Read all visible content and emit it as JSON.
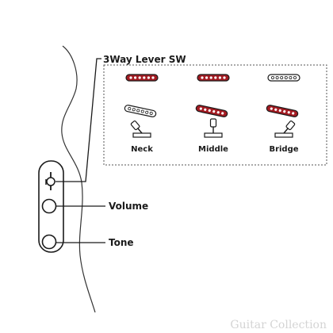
{
  "switch_title": "3Way Lever SW",
  "positions": [
    {
      "label": "Neck",
      "neck_pickup_active": false,
      "bridge_pickup_active": true,
      "top_pickup_active": true,
      "lever_tilt": "left"
    },
    {
      "label": "Middle",
      "neck_pickup_active": true,
      "bridge_pickup_active": true,
      "top_pickup_active": true,
      "lever_tilt": "center"
    },
    {
      "label": "Bridge",
      "neck_pickup_active": true,
      "bridge_pickup_active": false,
      "top_pickup_active": false,
      "lever_tilt": "right"
    }
  ],
  "controls": {
    "volume_label": "Volume",
    "tone_label": "Tone"
  },
  "watermark": "Guitar Collection",
  "colors": {
    "pickup_active": "#a31b22",
    "pickup_inactive": "#ffffff",
    "line": "#1a1a1a",
    "dash": "#555555",
    "watermark": "#d4d4d4"
  }
}
